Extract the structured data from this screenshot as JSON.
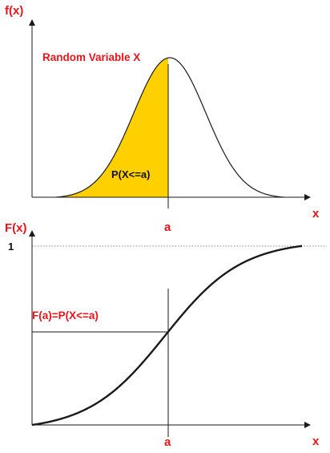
{
  "colors": {
    "label": "#e8141b",
    "shade": "#ffd000",
    "line": "#1a1a1a"
  },
  "pdf_panel": {
    "y_axis_label": "f(x)",
    "x_axis_label": "x",
    "title": "Random Variable X",
    "shaded_label": "P(X<=a)",
    "tick_label": "a"
  },
  "cdf_panel": {
    "y_axis_label": "F(x)",
    "x_axis_label": "x",
    "one_label": "1",
    "point_label": "F(a)=P(X<=a)",
    "tick_label": "a"
  }
}
